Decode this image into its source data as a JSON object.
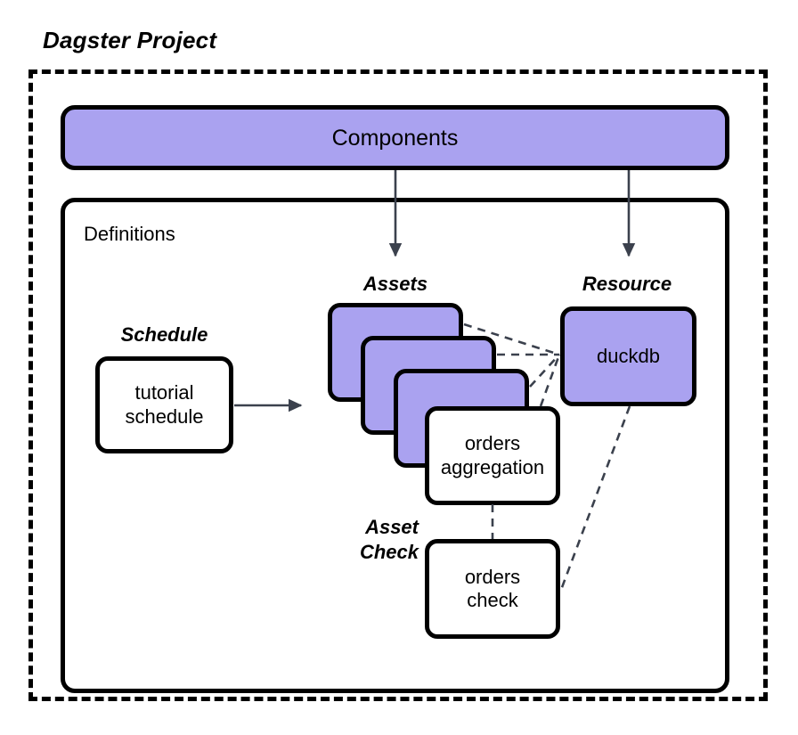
{
  "diagram": {
    "title": "Dagster Project",
    "project_frame_name": "dagster-project-boundary",
    "colors": {
      "node_purple": "#aaa2f0",
      "node_white": "#ffffff",
      "stroke_black": "#000000",
      "arrow_slate": "#3b414d",
      "background": "#ffffff"
    }
  },
  "components": {
    "label": "Components"
  },
  "definitions": {
    "label": "Definitions"
  },
  "captions": {
    "schedule": "Schedule",
    "assets": "Assets",
    "resource": "Resource",
    "asset_check": "Asset\nCheck"
  },
  "nodes": {
    "schedule": {
      "line1": "tutorial",
      "line2": "schedule"
    },
    "asset_stack": [
      {
        "label": ""
      },
      {
        "label": ""
      },
      {
        "label": ""
      }
    ],
    "orders_aggregation": {
      "line1": "orders",
      "line2": "aggregation"
    },
    "duckdb": {
      "label": "duckdb"
    },
    "orders_check": {
      "line1": "orders",
      "line2": "check"
    }
  },
  "edges": [
    {
      "from": "components",
      "to": "assets",
      "style": "solid-arrow"
    },
    {
      "from": "components",
      "to": "resource",
      "style": "solid-arrow"
    },
    {
      "from": "tutorial-schedule",
      "to": "assets",
      "style": "solid-arrow"
    },
    {
      "from": "asset-card-1",
      "to": "duckdb",
      "style": "dashed"
    },
    {
      "from": "asset-card-2",
      "to": "duckdb",
      "style": "dashed"
    },
    {
      "from": "asset-card-3",
      "to": "duckdb",
      "style": "dashed"
    },
    {
      "from": "orders-aggregation",
      "to": "duckdb",
      "style": "dashed"
    },
    {
      "from": "orders-aggregation",
      "to": "orders-check",
      "style": "dashed"
    },
    {
      "from": "duckdb",
      "to": "orders-check",
      "style": "dashed"
    }
  ]
}
